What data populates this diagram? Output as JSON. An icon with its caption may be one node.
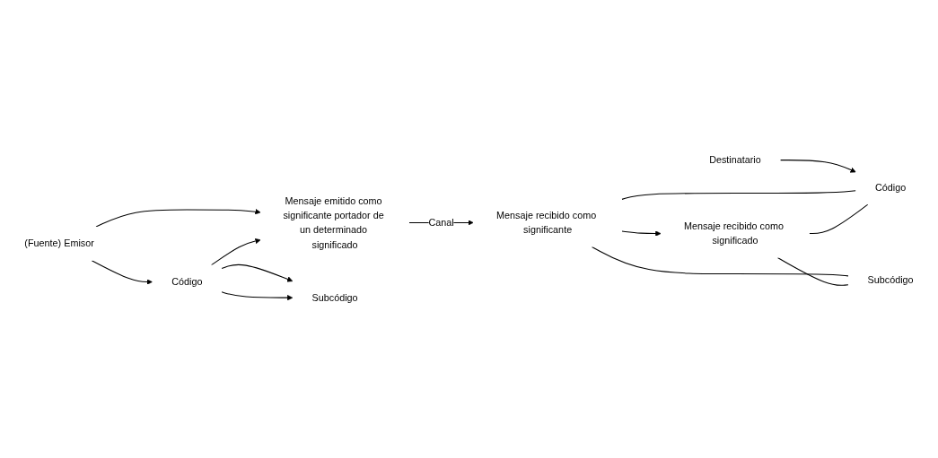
{
  "diagram": {
    "nodes": [
      {
        "text": [
          "(Fuente) Emisor"
        ]
      },
      {
        "text": [
          "Mensaje emitido como significante portador de un determinado significado"
        ]
      },
      {
        "text": [
          "Mensaje recibido como significante"
        ]
      },
      {
        "text": [
          "Destinatario"
        ]
      },
      {
        "text": [
          "Mensaje recibido como significado"
        ]
      },
      {
        "text": [
          "Código"
        ]
      },
      {
        "text": [
          "Subcódigo"
        ]
      },
      {
        "text": [
          "Código"
        ]
      },
      {
        "text": [
          "Subcódigo"
        ]
      }
    ],
    "edges": [
      {
        "from": 0,
        "to": 1,
        "arrow": "to"
      },
      {
        "from": 1,
        "to": 2,
        "arrow": "to",
        "label": "Canal"
      },
      {
        "from": 2,
        "to": 4,
        "arrow": "to"
      },
      {
        "from": 3,
        "to": 7,
        "arrow": "to"
      },
      {
        "from": 0,
        "to": 5,
        "arrow": "to"
      },
      {
        "from": 5,
        "to": 6,
        "arrow": "to"
      },
      {
        "from": 5,
        "to": 1,
        "arrow": "to"
      },
      {
        "from": 5,
        "to": 6,
        "arrow": "to"
      },
      {
        "from": 2,
        "to": 7,
        "arrow": "none"
      },
      {
        "from": 2,
        "to": 8,
        "arrow": "none"
      },
      {
        "from": 4,
        "to": 7,
        "arrow": "none"
      },
      {
        "from": 4,
        "to": 8,
        "arrow": "none"
      }
    ]
  }
}
